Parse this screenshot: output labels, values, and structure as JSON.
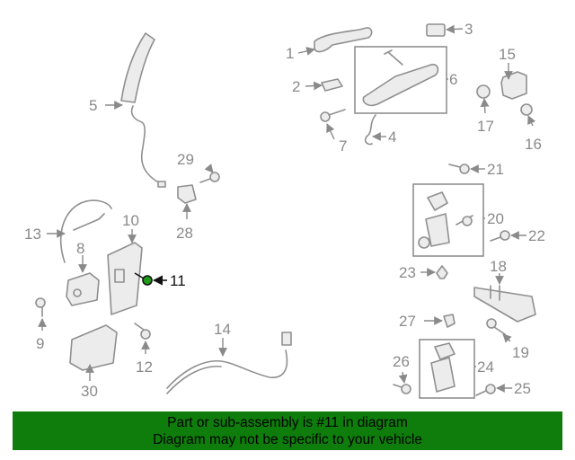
{
  "part_numbers": {
    "p1": "1",
    "p2": "2",
    "p3": "3",
    "p4": "4",
    "p5": "5",
    "p6": "6",
    "p7": "7",
    "p8": "8",
    "p9": "9",
    "p10": "10",
    "p11": "11",
    "p12": "12",
    "p13": "13",
    "p14": "14",
    "p15": "15",
    "p16": "16",
    "p17": "17",
    "p18": "18",
    "p19": "19",
    "p20": "20",
    "p21": "21",
    "p22": "22",
    "p23": "23",
    "p24": "24",
    "p25": "25",
    "p26": "26",
    "p27": "27",
    "p28": "28",
    "p29": "29",
    "p30": "30"
  },
  "highlighted_part": "11",
  "banner": {
    "line1": "Part or sub-assembly is #11 in diagram",
    "line2": "Diagram may not be specific to your vehicle"
  },
  "colors": {
    "banner_bg": "#0e7d0b",
    "highlight": "#1e9a1a",
    "line_art": "#8f8f8f"
  }
}
